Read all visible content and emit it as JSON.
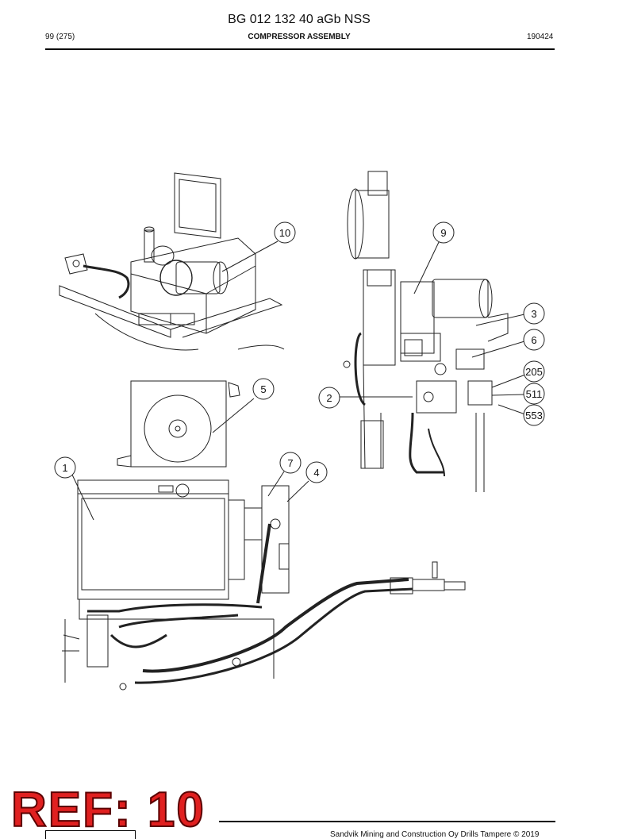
{
  "header": {
    "title": "BG 012 132 40 aGb NSS",
    "page": "99 (275)",
    "section": "COMPRESSOR ASSEMBLY",
    "date": "190424"
  },
  "callouts": [
    {
      "id": "c10",
      "label": "10"
    },
    {
      "id": "c9",
      "label": "9"
    },
    {
      "id": "c3",
      "label": "3"
    },
    {
      "id": "c6",
      "label": "6"
    },
    {
      "id": "c205",
      "label": "205"
    },
    {
      "id": "c511",
      "label": "511"
    },
    {
      "id": "c553",
      "label": "553"
    },
    {
      "id": "c2",
      "label": "2"
    },
    {
      "id": "c5",
      "label": "5"
    },
    {
      "id": "c1",
      "label": "1"
    },
    {
      "id": "c7",
      "label": "7"
    },
    {
      "id": "c4",
      "label": "4"
    }
  ],
  "stamp": "REF: 10",
  "footer": {
    "copyright": "Sandvik Mining and Construction Oy Drills Tampere © 2019"
  }
}
